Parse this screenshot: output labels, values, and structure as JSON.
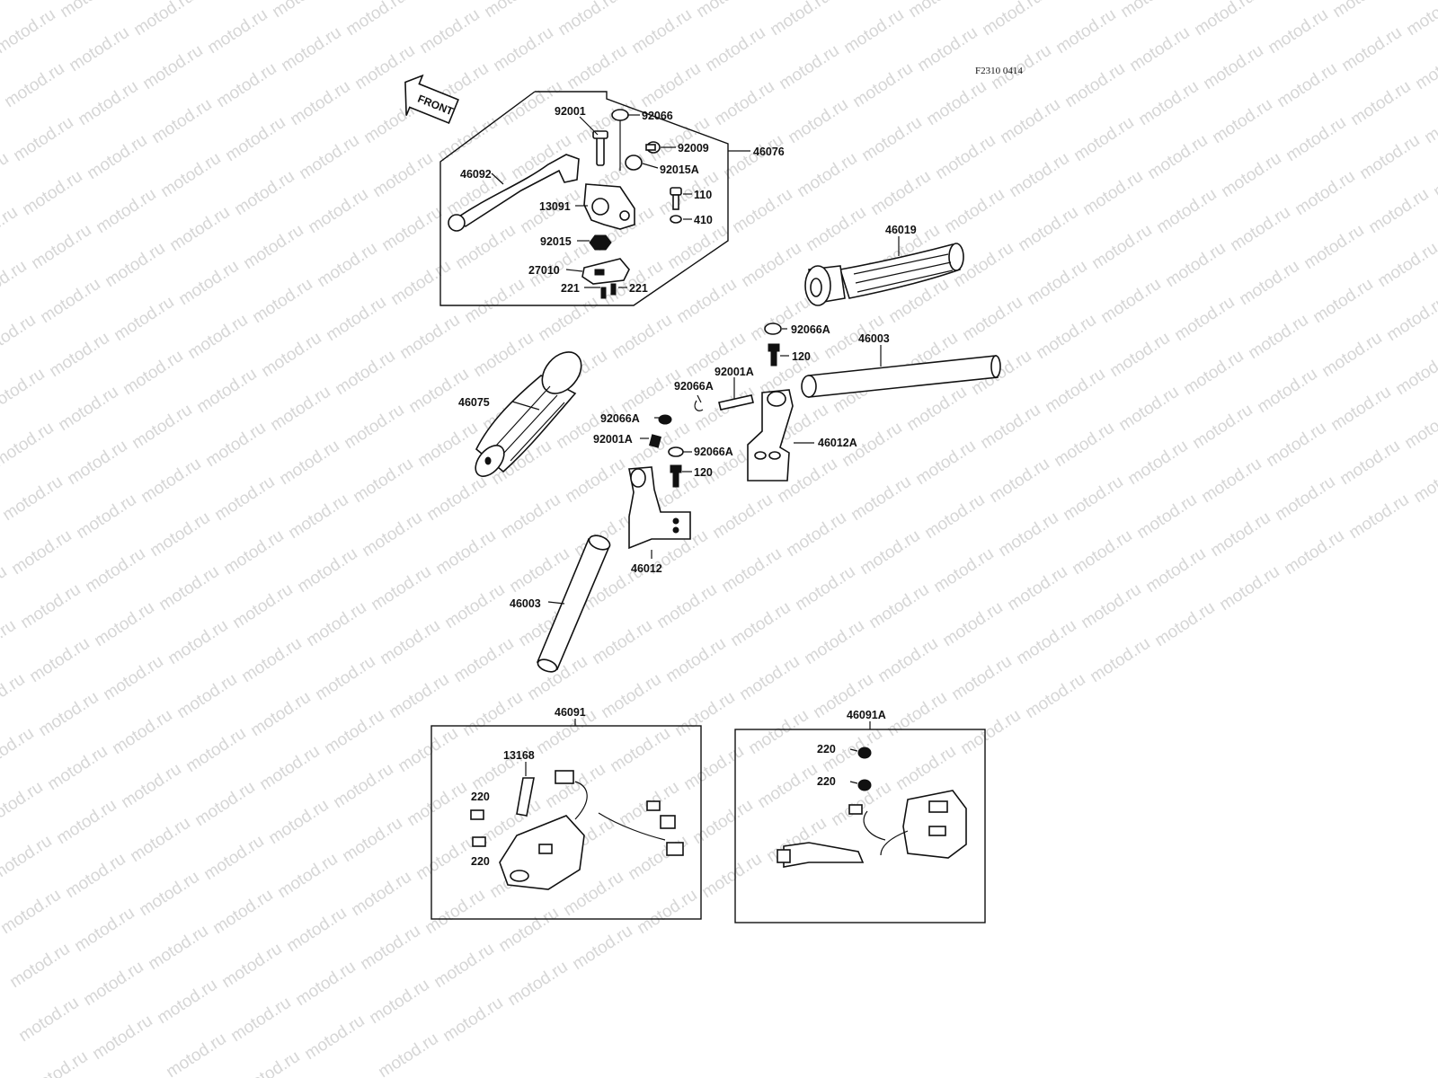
{
  "diagram_code": "F2310 0414",
  "front_label": "FRONT",
  "watermark": "motod.ru",
  "parts": {
    "p92001": "92001",
    "p92066": "92066",
    "p92009": "92009",
    "p46076": "46076",
    "p92015A": "92015A",
    "p46092": "46092",
    "p110": "110",
    "p13091": "13091",
    "p410": "410",
    "p92015": "92015",
    "p27010": "27010",
    "p221a": "221",
    "p221b": "221",
    "p46019": "46019",
    "p92066A_1": "92066A",
    "p120_1": "120",
    "p46003_r": "46003",
    "p92001A_1": "92001A",
    "p92066A_2": "92066A",
    "p46075": "46075",
    "p92066A_3": "92066A",
    "p92001A_2": "92001A",
    "p92066A_4": "92066A",
    "p46012A": "46012A",
    "p120_2": "120",
    "p46012": "46012",
    "p46003_l": "46003",
    "p46091": "46091",
    "p13168": "13168",
    "p220_1": "220",
    "p220_2": "220",
    "p46091A": "46091A",
    "p220_3": "220",
    "p220_4": "220"
  }
}
